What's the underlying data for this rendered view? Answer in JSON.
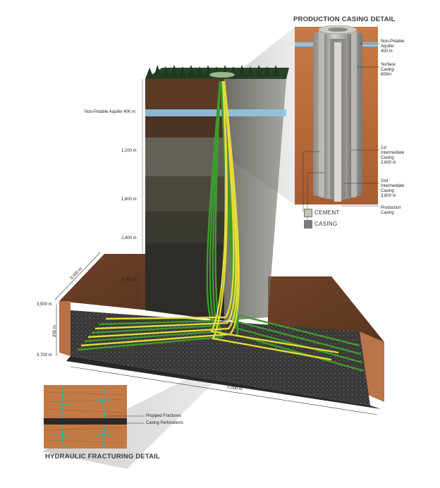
{
  "titles": {
    "production_casing": "PRODUCTION CASING DETAIL",
    "hydraulic_fracturing": "HYDRAULIC FRACTURING DETAIL"
  },
  "depth_labels": {
    "aquifer": "Non-Potable Aquifer 400 m",
    "d1200": "1,200 m",
    "d1800": "1,800 m",
    "d2400": "2,400 m",
    "d3200": "3,200 m",
    "d3500": "3,500 m",
    "d3700": "3,700 m"
  },
  "dimension_labels": {
    "width_3000": "3,000 m",
    "height_200": "200 m",
    "length_5000": "5,000 m"
  },
  "casing_labels": {
    "aquifer": [
      "Non-Potable",
      "Aquifer",
      "400 m"
    ],
    "surface": [
      "Surface",
      "Casing",
      "600m"
    ],
    "intermediate1": [
      "1st",
      "Intermediate",
      "Casing",
      "2,600 m"
    ],
    "intermediate2": [
      "2nd",
      "Intermediate",
      "Casing",
      "3,600 m"
    ],
    "production": [
      "Production",
      "Casing"
    ]
  },
  "legend": [
    {
      "label": "CEMENT",
      "color": "#c8c2b4"
    },
    {
      "label": "CASING",
      "color": "#7c7c7a"
    }
  ],
  "fracture_labels": {
    "propped": "Propped Fractures",
    "perforations": "Casing Perforations"
  },
  "colors": {
    "well_green": "#3f9a2f",
    "well_yellow": "#e2dc3a",
    "soil": "#7a4a2c",
    "aquifer": "#8ec6e6",
    "casing_gray": "#9a9a98"
  }
}
